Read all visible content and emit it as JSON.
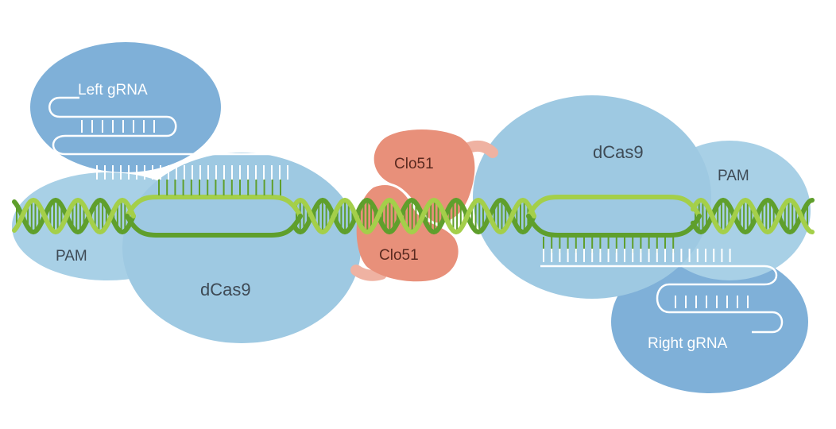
{
  "labels": {
    "left_grna": "Left gRNA",
    "right_grna": "Right gRNA",
    "left_pam": "PAM",
    "right_pam": "PAM",
    "left_dcas9": "dCas9",
    "right_dcas9": "dCas9",
    "clo51_top": "Clo51",
    "clo51_bottom": "Clo51"
  },
  "colors": {
    "grna_blob": "#7fb0d8",
    "dcas9_blob": "#9ec9e2",
    "pam_blob": "#a8d0e6",
    "clo51": "#e8907a",
    "clo51_link": "#efb2a2",
    "dna_dark": "#5f9f2c",
    "dna_light": "#a4cf4a",
    "rna": "#ffffff"
  },
  "icons": {
    "dna": "dna-double-helix-icon",
    "left_grna": "hairpin-rna-icon",
    "right_grna": "hairpin-rna-icon"
  }
}
